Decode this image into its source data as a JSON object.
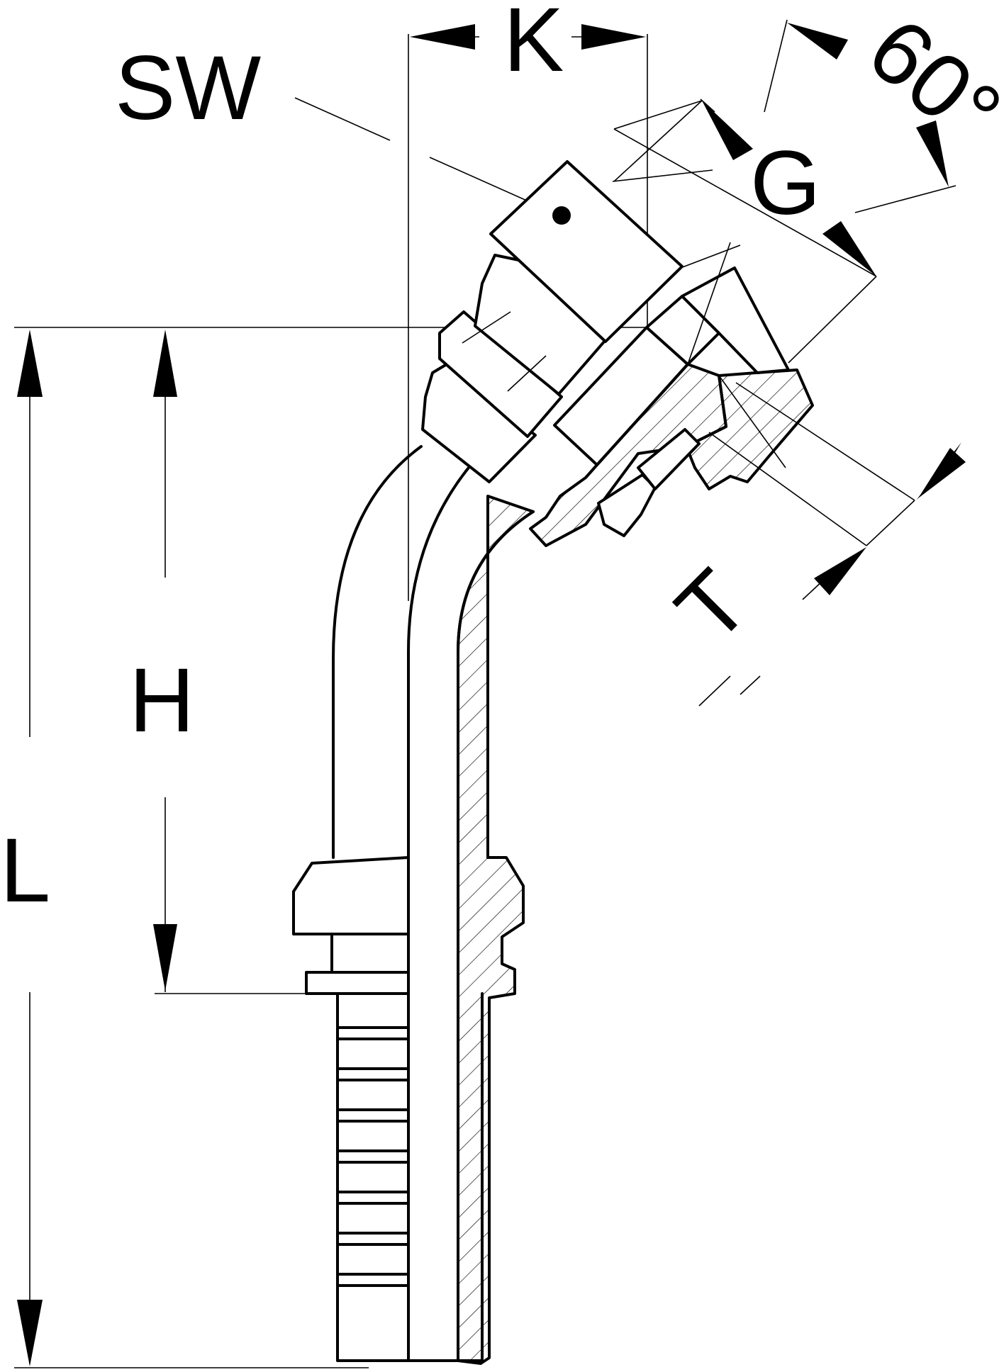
{
  "labels": {
    "SW": "SW",
    "K": "K",
    "G": "G",
    "angle": "60°",
    "H": "H",
    "L": "L",
    "T": "T"
  },
  "colors": {
    "line": "#000000",
    "background": "#ffffff"
  }
}
